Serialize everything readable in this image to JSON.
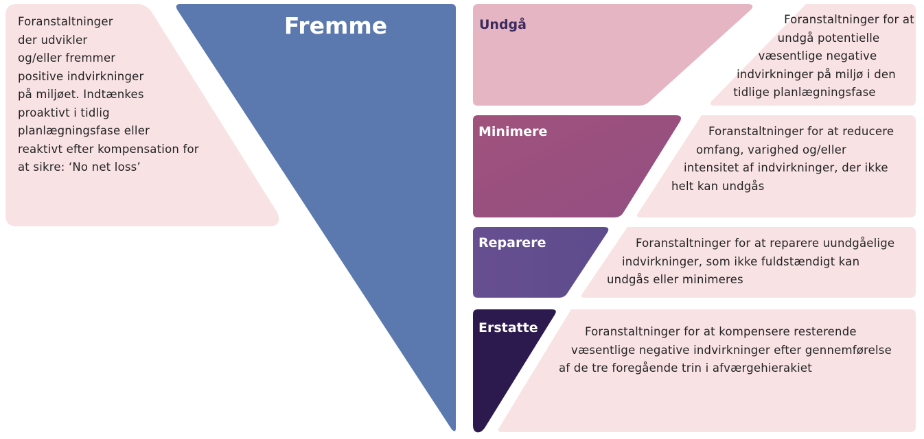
{
  "fremme": {
    "title": "Fremme",
    "lines": [
      "Foranstaltninger",
      "der udvikler",
      "og/eller fremmer",
      "positive indvirkninger",
      "på miljøet. Indtænkes",
      "proaktivt i tidlig",
      "planlægningsfase eller",
      "reaktivt efter kompensation for",
      "at sikre: ‘No net loss’"
    ]
  },
  "steps": [
    {
      "label": "Undgå",
      "lines": [
        "Foranstaltninger for at",
        "undgå potentielle",
        "væsentlige negative",
        "indvirkninger på miljø i den",
        "tidlige planlægningsfase"
      ]
    },
    {
      "label": "Minimere",
      "lines": [
        "Foranstaltninger for at reducere",
        "omfang, varighed og/eller",
        "intensitet af indvirkninger, der ikke",
        "helt kan undgås"
      ]
    },
    {
      "label": "Reparere",
      "lines": [
        "Foranstaltninger for at reparere uundgåelige",
        "indvirkninger, som ikke fuldstændigt kan",
        "undgås eller minimeres"
      ]
    },
    {
      "label": "Erstatte",
      "lines": [
        "Foranstaltninger for at kompensere resterende",
        "væsentlige negative indvirkninger efter gennemførelse",
        "af de tre foregående trin i afværgehierakiet"
      ]
    }
  ],
  "colors": {
    "fremme": "#5b79ae",
    "undga": "#e5b5c3",
    "minimere_top": "#a0527c",
    "minimere_bottom": "#924e82",
    "reparere": "#5d4c8d",
    "erstatte": "#2c1a4e",
    "panel": "#f9e2e4",
    "undga_text": "#3b2a5e"
  }
}
